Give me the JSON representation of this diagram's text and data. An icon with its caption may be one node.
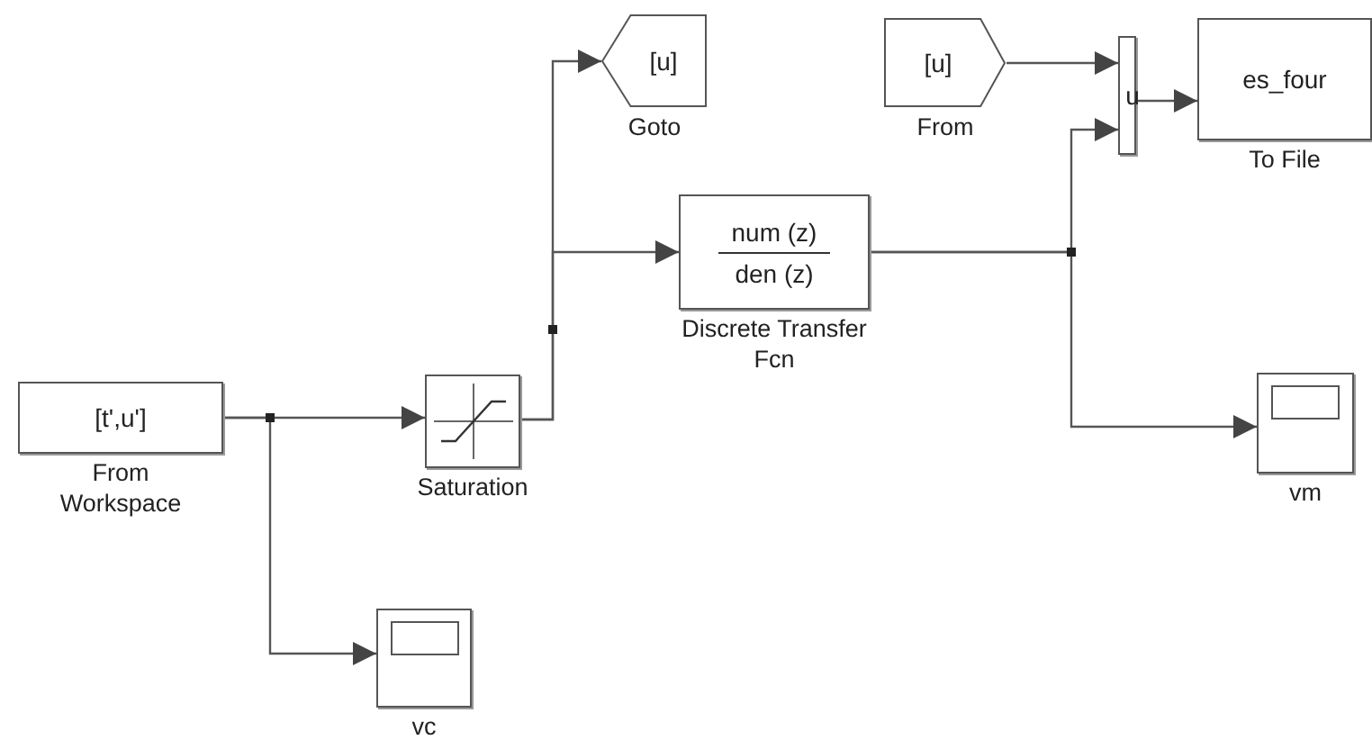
{
  "diagram": {
    "nodes": [
      {
        "text": [
          "[t',u']"
        ],
        "beside": [
          "From Workspace"
        ]
      },
      {
        "text": [],
        "shape": "box",
        "beside": [
          "Saturation"
        ]
      },
      {
        "text": [
          "[u]"
        ],
        "beside": [
          "Goto"
        ]
      },
      {
        "text": [
          "num (z)",
          "den (z)"
        ],
        "beside": [
          "Discrete Transfer Fcn"
        ]
      },
      {
        "text": [
          "[u]"
        ],
        "beside": [
          "From"
        ]
      },
      {
        "text": [
          "u"
        ]
      },
      {
        "text": [
          "es_four"
        ],
        "beside": [
          "To File"
        ]
      },
      {
        "text": [],
        "shape": "box",
        "beside": [
          "vc"
        ]
      },
      {
        "text": [],
        "shape": "box",
        "beside": [
          "vm"
        ]
      }
    ],
    "edges": [
      {
        "from": 0,
        "to": 1,
        "arrow": "to"
      },
      {
        "from": 0,
        "to": 7,
        "arrow": "to"
      },
      {
        "from": 1,
        "to": 2,
        "arrow": "to"
      },
      {
        "from": 1,
        "to": 3,
        "arrow": "to"
      },
      {
        "from": 3,
        "to": 5,
        "arrow": "to"
      },
      {
        "from": 3,
        "to": 8,
        "arrow": "to"
      },
      {
        "from": 4,
        "to": 5,
        "arrow": "to"
      },
      {
        "from": 5,
        "to": 6,
        "arrow": "to"
      }
    ]
  }
}
